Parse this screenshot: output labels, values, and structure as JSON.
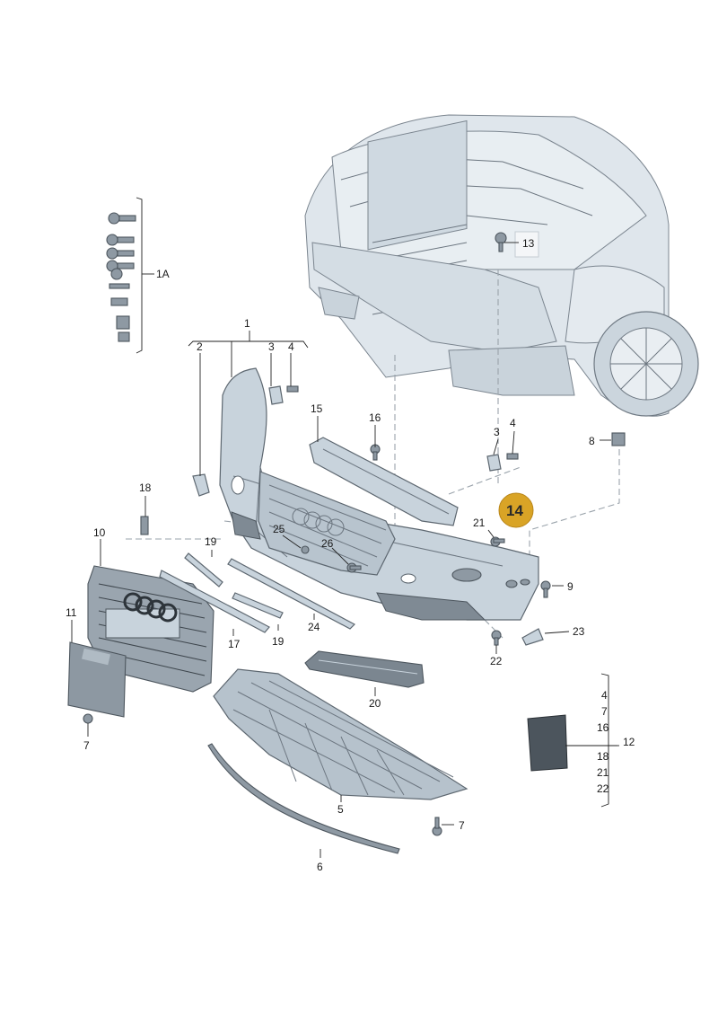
{
  "labels": {
    "l1": "1",
    "l1a": "1A",
    "l2": "2",
    "l3a": "3",
    "l4a": "4",
    "l3b": "3",
    "l4b": "4",
    "l5": "5",
    "l6": "6",
    "l7a": "7",
    "l7b": "7",
    "l8": "8",
    "l9": "9",
    "l10": "10",
    "l11": "11",
    "l12": "12",
    "l13": "13",
    "l14": "14",
    "l15": "15",
    "l16": "16",
    "l17": "17",
    "l18": "18",
    "l19a": "19",
    "l19b": "19",
    "l20": "20",
    "l21": "21",
    "l22": "22",
    "l23": "23",
    "l24": "24",
    "l25": "25",
    "l26": "26"
  },
  "kit_list": [
    "4",
    "7",
    "16",
    "18",
    "21",
    "22"
  ],
  "colors": {
    "highlight": "#d9a426",
    "part": "#c8d3dc",
    "line": "#222222"
  }
}
